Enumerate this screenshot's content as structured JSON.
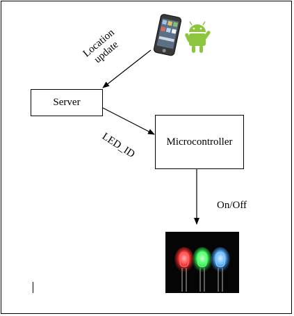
{
  "nodes": {
    "server": "Server",
    "microcontroller": "Microcontroller"
  },
  "edges": {
    "location_update_line1": "Location",
    "location_update_line2": "update",
    "led_id": "LED_ID",
    "on_off": "On/Off"
  },
  "icons": {
    "phone": "smartphone-with-android-robot",
    "leds": "red-green-blue-leds"
  },
  "colors": {
    "led_red": "#ff3a3a",
    "led_green": "#3cff5a",
    "led_blue": "#5ab4ff",
    "android_green": "#8cc63f"
  }
}
